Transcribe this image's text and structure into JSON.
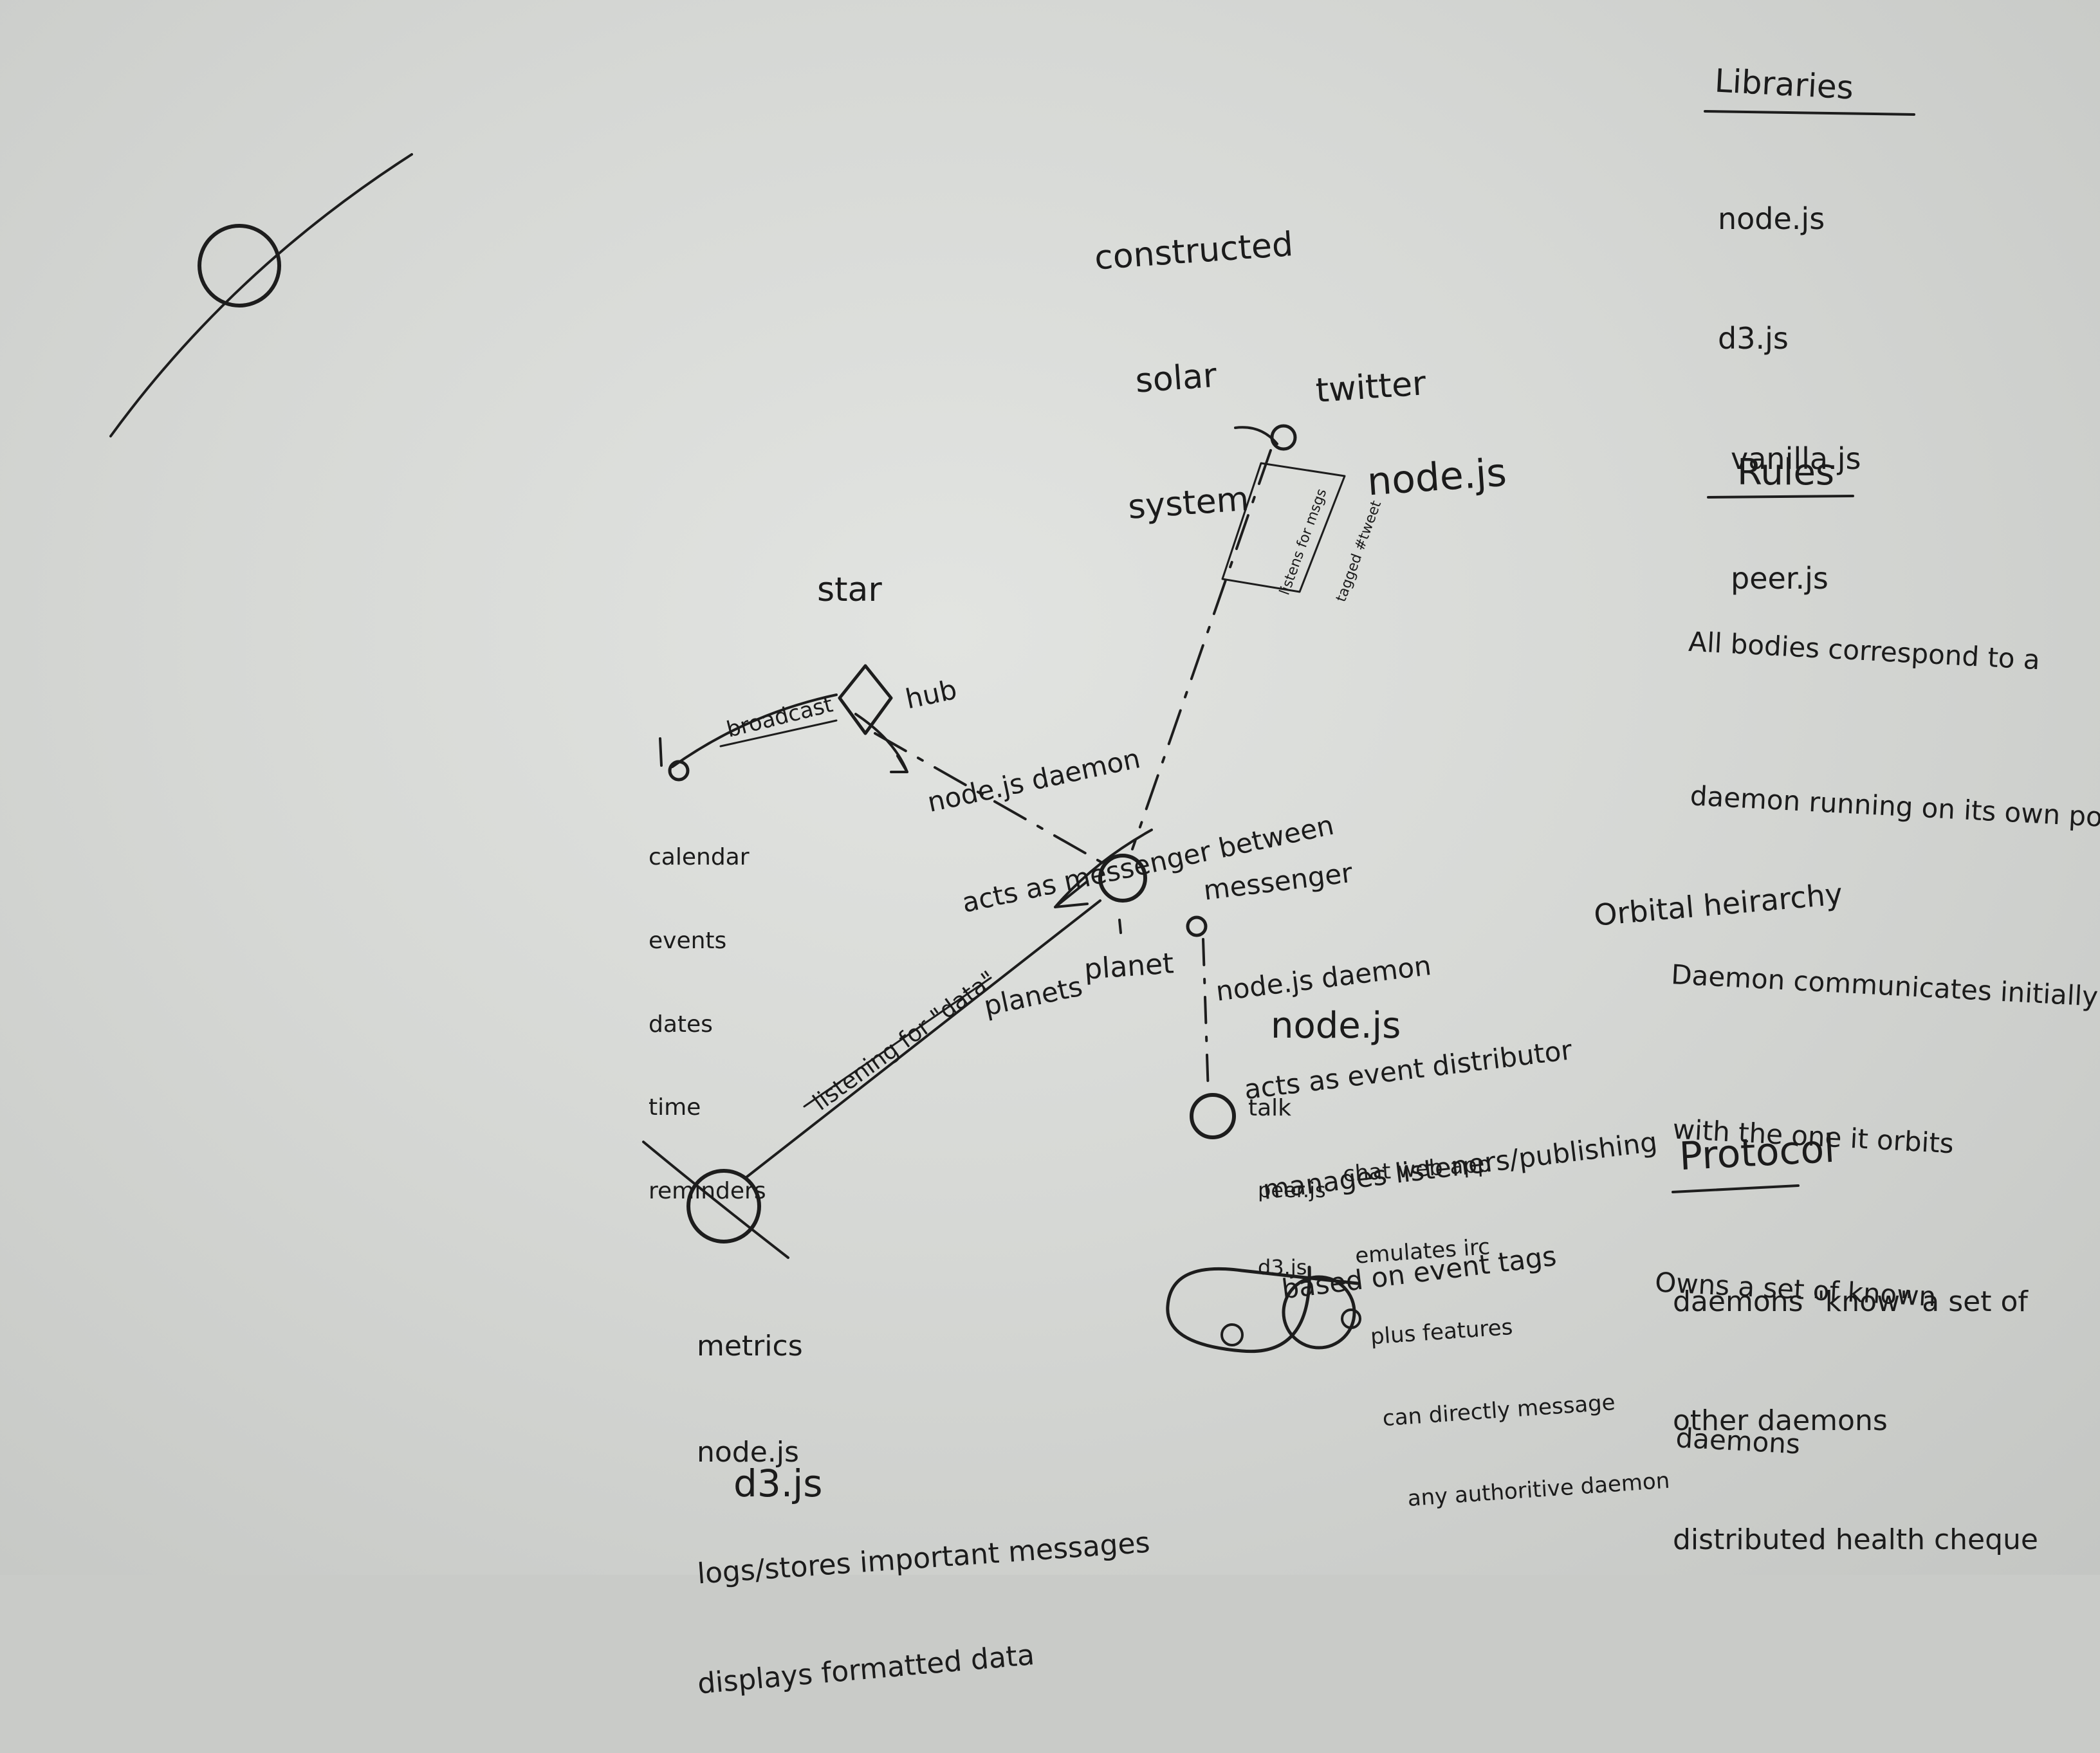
{
  "title": [
    "constructed",
    "solar",
    "system"
  ],
  "libraries": {
    "heading": "Libraries",
    "items": [
      "node.js",
      "d3.js",
      "vanilla.js",
      "peer.js"
    ]
  },
  "rules": {
    "heading": "Rules",
    "items": [
      "All bodies correspond to a",
      "daemon running on its own port",
      "Daemon communicates initially",
      "with the one it orbits",
      "Owns a set of known",
      "daemons"
    ]
  },
  "orbital_heirarchy": "Orbital heirarchy",
  "protocol": {
    "heading": "Protocol",
    "items": [
      "daemons \"know\" a set of",
      "other daemons",
      "distributed health cheque"
    ]
  },
  "twitter": {
    "label": "twitter",
    "tech": "node.js",
    "edge_label": [
      "listens for msgs",
      "tagged #tweet"
    ]
  },
  "star": {
    "label": "star",
    "desc": [
      "hub",
      "node.js daemon",
      "acts as messenger between",
      "planets"
    ],
    "edge_label": "broadcast"
  },
  "calendar": {
    "items": [
      "calendar",
      "events",
      "dates",
      "time",
      "reminders"
    ]
  },
  "planet": {
    "label": "planet",
    "desc": [
      "messenger",
      "node.js daemon",
      "acts as event distributor",
      "manages listeners/publishing",
      "based on event tags"
    ],
    "tech": "node.js"
  },
  "metrics": {
    "desc": [
      "metrics",
      "node.js",
      "logs/stores important messages",
      "displays formatted data"
    ],
    "tech": "d3.js",
    "edge_label": "listening for \"data\""
  },
  "talk": {
    "label": "talk",
    "tech": [
      "peer.js",
      "d3.js"
    ],
    "desc": [
      "chat web app",
      "emulates irc",
      "plus features",
      "can directly message",
      "any authoritive daemon"
    ]
  }
}
